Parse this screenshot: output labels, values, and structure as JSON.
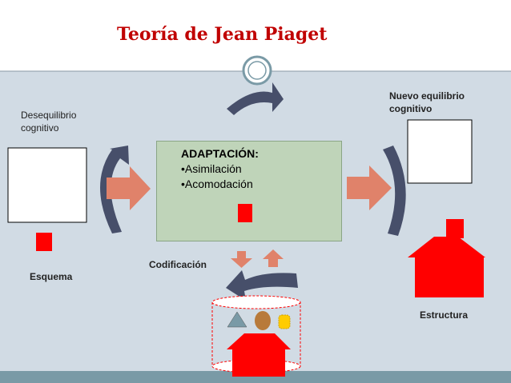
{
  "title": "Teoría de  Jean Piaget",
  "labels": {
    "desequilibrio": [
      "Desequilibrio",
      "cognitivo"
    ],
    "nuevo_equilibrio": [
      "Nuevo equilibrio",
      "cognitivo"
    ],
    "esquema": "Esquema",
    "estructura": "Estructura",
    "codificacion": "Codificación"
  },
  "adaptacion": {
    "title": "ADAPTACIÓN:",
    "items": [
      "•Asimilación",
      "•Acomodación"
    ]
  },
  "colors": {
    "title": "#c00000",
    "red": "#ff0000",
    "arrow_orange": "#e0826a",
    "arrow_dark": "#474f6a",
    "box_green": "#bfd4b9",
    "band": "#d1dbe4"
  }
}
